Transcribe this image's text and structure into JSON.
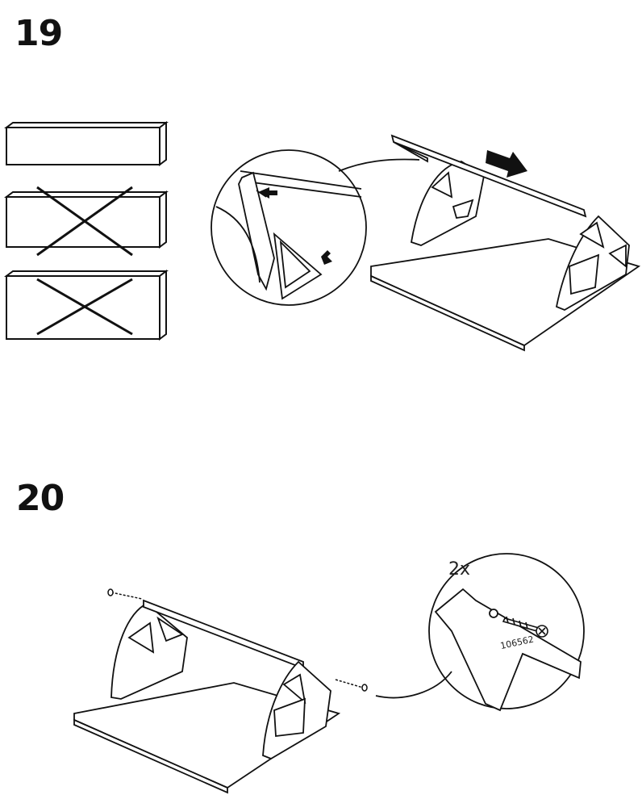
{
  "steps": [
    {
      "number": "19"
    },
    {
      "number": "20"
    }
  ],
  "step20": {
    "quantity_label": "2x",
    "part_number": "106562"
  },
  "icons": {
    "correct_board": "board-correct-icon",
    "wrong_board_1": "board-wrong-x-icon",
    "wrong_board_2": "board-wrong-x-icon",
    "push_arrows": "push-arrow-icon",
    "screw": "screw-icon"
  }
}
